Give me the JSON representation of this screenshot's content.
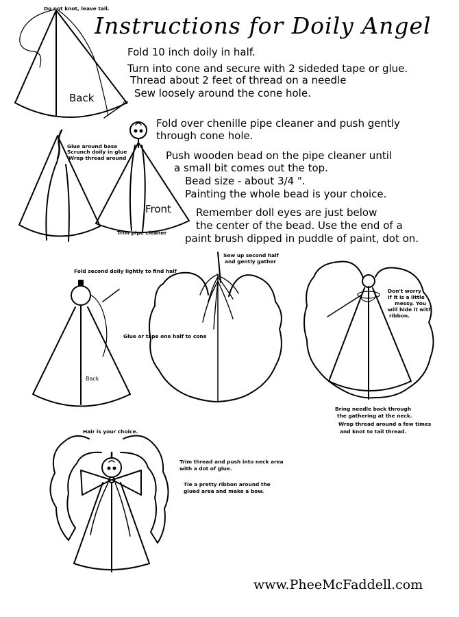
{
  "title": "Instructions for Doily Angel",
  "steps": [
    "Fold 10 inch doily in half.",
    "Turn into cone and secure with 2 sideded tape or glue.",
    "Thread about 2 feet of thread on a needle",
    "Sew loosely around the cone hole.",
    "Fold over chenille pipe cleaner and push gently",
    "through cone hole.",
    "Push wooden bead on the pipe cleaner until",
    "a small bit comes out the top.",
    "Bead size - about 3/4 \".",
    "Painting the whole bead is your choice.",
    "Remember doll eyes are just below",
    "the center of the bead. Use the end of a",
    "paint brush dipped in puddle of paint, dot on."
  ],
  "notes": {
    "knot": "Do not knot, leave tail.",
    "back1": "Back",
    "glue1": "Glue around base",
    "glue2": "Scrunch doily in glue",
    "glue3": "Wrap thread around",
    "front": "Front",
    "trim_pipe": "Trim pipe cleaner",
    "fold_second": "Fold second doily lightly to find half",
    "sew_up1": "Sew up second half",
    "sew_up2": "and gently gather",
    "glue_half": "Glue or tape one half to cone",
    "back2": "Back",
    "worry1": "Don't worry",
    "worry2": "if it is a little",
    "worry3": "messy. You",
    "worry4": "will hide it with",
    "worry5": "ribbon.",
    "needle1": "Bring needle back through",
    "needle2": "the gathering at the neck.",
    "needle3": "Wrap thread around a few times",
    "needle4": "and knot to tail thread.",
    "hair": "Hair is your choice.",
    "trim1": "Trim thread and push into neck area",
    "trim2": "with a dot of glue.",
    "ribbon1": "Tie a pretty ribbon around the",
    "ribbon2": "glued area and make a bow."
  },
  "footer": "www.PheeMcFaddell.com"
}
